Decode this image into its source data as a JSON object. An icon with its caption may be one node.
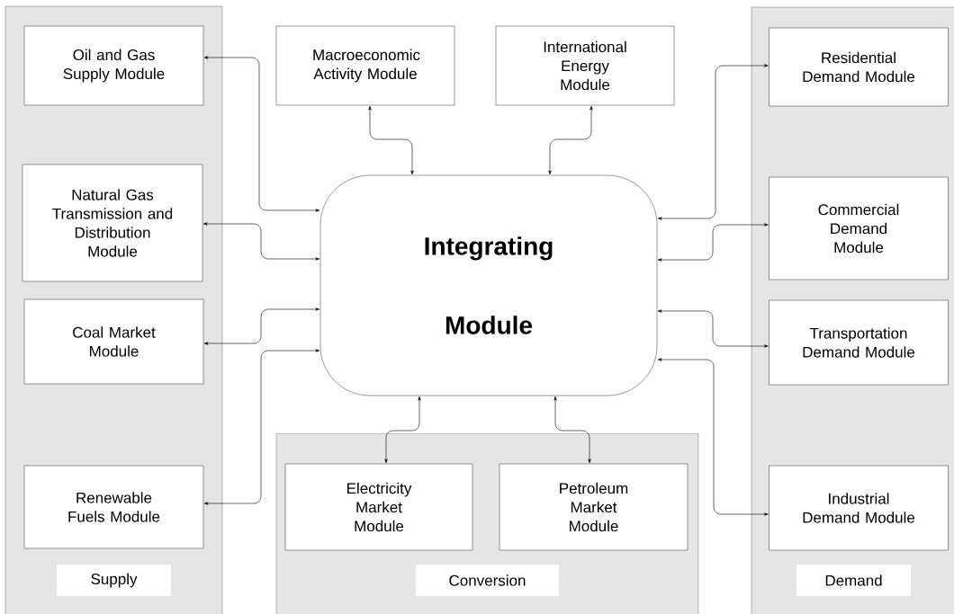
{
  "diagram": {
    "nodes": [
      {
        "text": [
          "Supply"
        ]
      },
      {
        "text": [
          "Oil and Gas Supply Module"
        ],
        "in": 0
      },
      {
        "text": [
          "Natural Gas Transmission and Distribution Module"
        ],
        "in": 0
      },
      {
        "text": [
          "Coal Market Module"
        ],
        "in": 0
      },
      {
        "text": [
          "Renewable Fuels Module"
        ],
        "in": 0
      },
      {
        "text": [
          "Macroeconomic Activity Module"
        ]
      },
      {
        "text": [
          "International Energy Module"
        ]
      },
      {
        "text": [
          "Integrating Module"
        ]
      },
      {
        "text": [
          "Conversion"
        ]
      },
      {
        "text": [
          "Electricity Market Module"
        ],
        "in": 8
      },
      {
        "text": [
          "Petroleum Market Module"
        ],
        "in": 8
      },
      {
        "text": [
          "Demand"
        ]
      },
      {
        "text": [
          "Residential Demand Module"
        ],
        "in": 11
      },
      {
        "text": [
          "Commercial Demand Module"
        ],
        "in": 11
      },
      {
        "text": [
          "Transportation Demand Module"
        ],
        "in": 11
      },
      {
        "text": [
          "Industrial Demand Module"
        ],
        "in": 11
      }
    ],
    "edges": [
      {
        "from": 1,
        "to": 7,
        "arrow": "both"
      },
      {
        "from": 2,
        "to": 7,
        "arrow": "both"
      },
      {
        "from": 3,
        "to": 7,
        "arrow": "both"
      },
      {
        "from": 4,
        "to": 7,
        "arrow": "both"
      },
      {
        "from": 5,
        "to": 7,
        "arrow": "both"
      },
      {
        "from": 6,
        "to": 7,
        "arrow": "both"
      },
      {
        "from": 12,
        "to": 7,
        "arrow": "both"
      },
      {
        "from": 13,
        "to": 7,
        "arrow": "both"
      },
      {
        "from": 14,
        "to": 7,
        "arrow": "both"
      },
      {
        "from": 15,
        "to": 7,
        "arrow": "both"
      },
      {
        "from": 9,
        "to": 7,
        "arrow": "both"
      },
      {
        "from": 10,
        "to": 7,
        "arrow": "both"
      }
    ]
  }
}
